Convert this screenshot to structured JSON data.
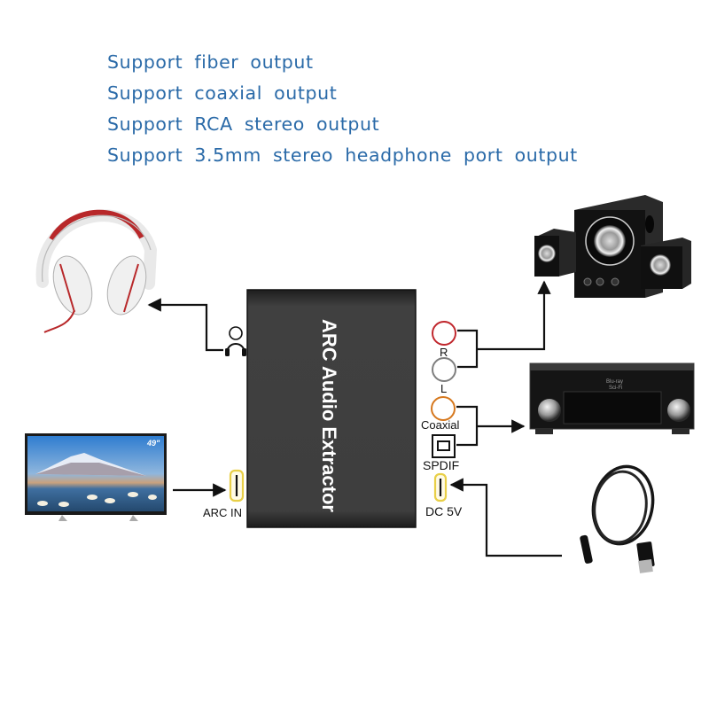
{
  "features": [
    "Support fiber output",
    "Support coaxial output",
    "Support RCA stereo output",
    "Support 3.5mm stereo headphone port output"
  ],
  "device": {
    "title": "ARC Audio Extractor",
    "body_color": "#3a3a3a"
  },
  "ports": {
    "headphone_icon": "headphone-port-icon",
    "arc_in": "ARC IN",
    "rca_right": "R",
    "rca_left": "L",
    "coaxial": "Coaxial",
    "spdif": "SPDIF",
    "dc_power": "DC 5V"
  },
  "devices": {
    "tv_size_label": "49\"",
    "receiver_display": [
      "Blu-ray",
      "Sci-Fi"
    ]
  },
  "colors": {
    "feature_text": "#2a6aa8",
    "rca_right": "#c0272d",
    "rca_left": "#8a8a8a",
    "coaxial": "#d6781e",
    "hdmi_port": "#e8cf47",
    "headphone_band": "#b8282a"
  }
}
